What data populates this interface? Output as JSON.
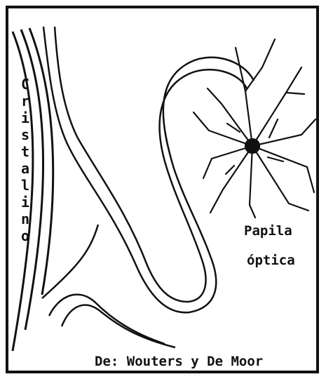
{
  "labels": {
    "lens": "Cristalino",
    "optic_disc_line1": "Papila",
    "optic_disc_line2": "óptica",
    "credit": "De: Wouters y De Moor"
  },
  "colors": {
    "ink": "#111111",
    "paper": "#ffffff"
  }
}
